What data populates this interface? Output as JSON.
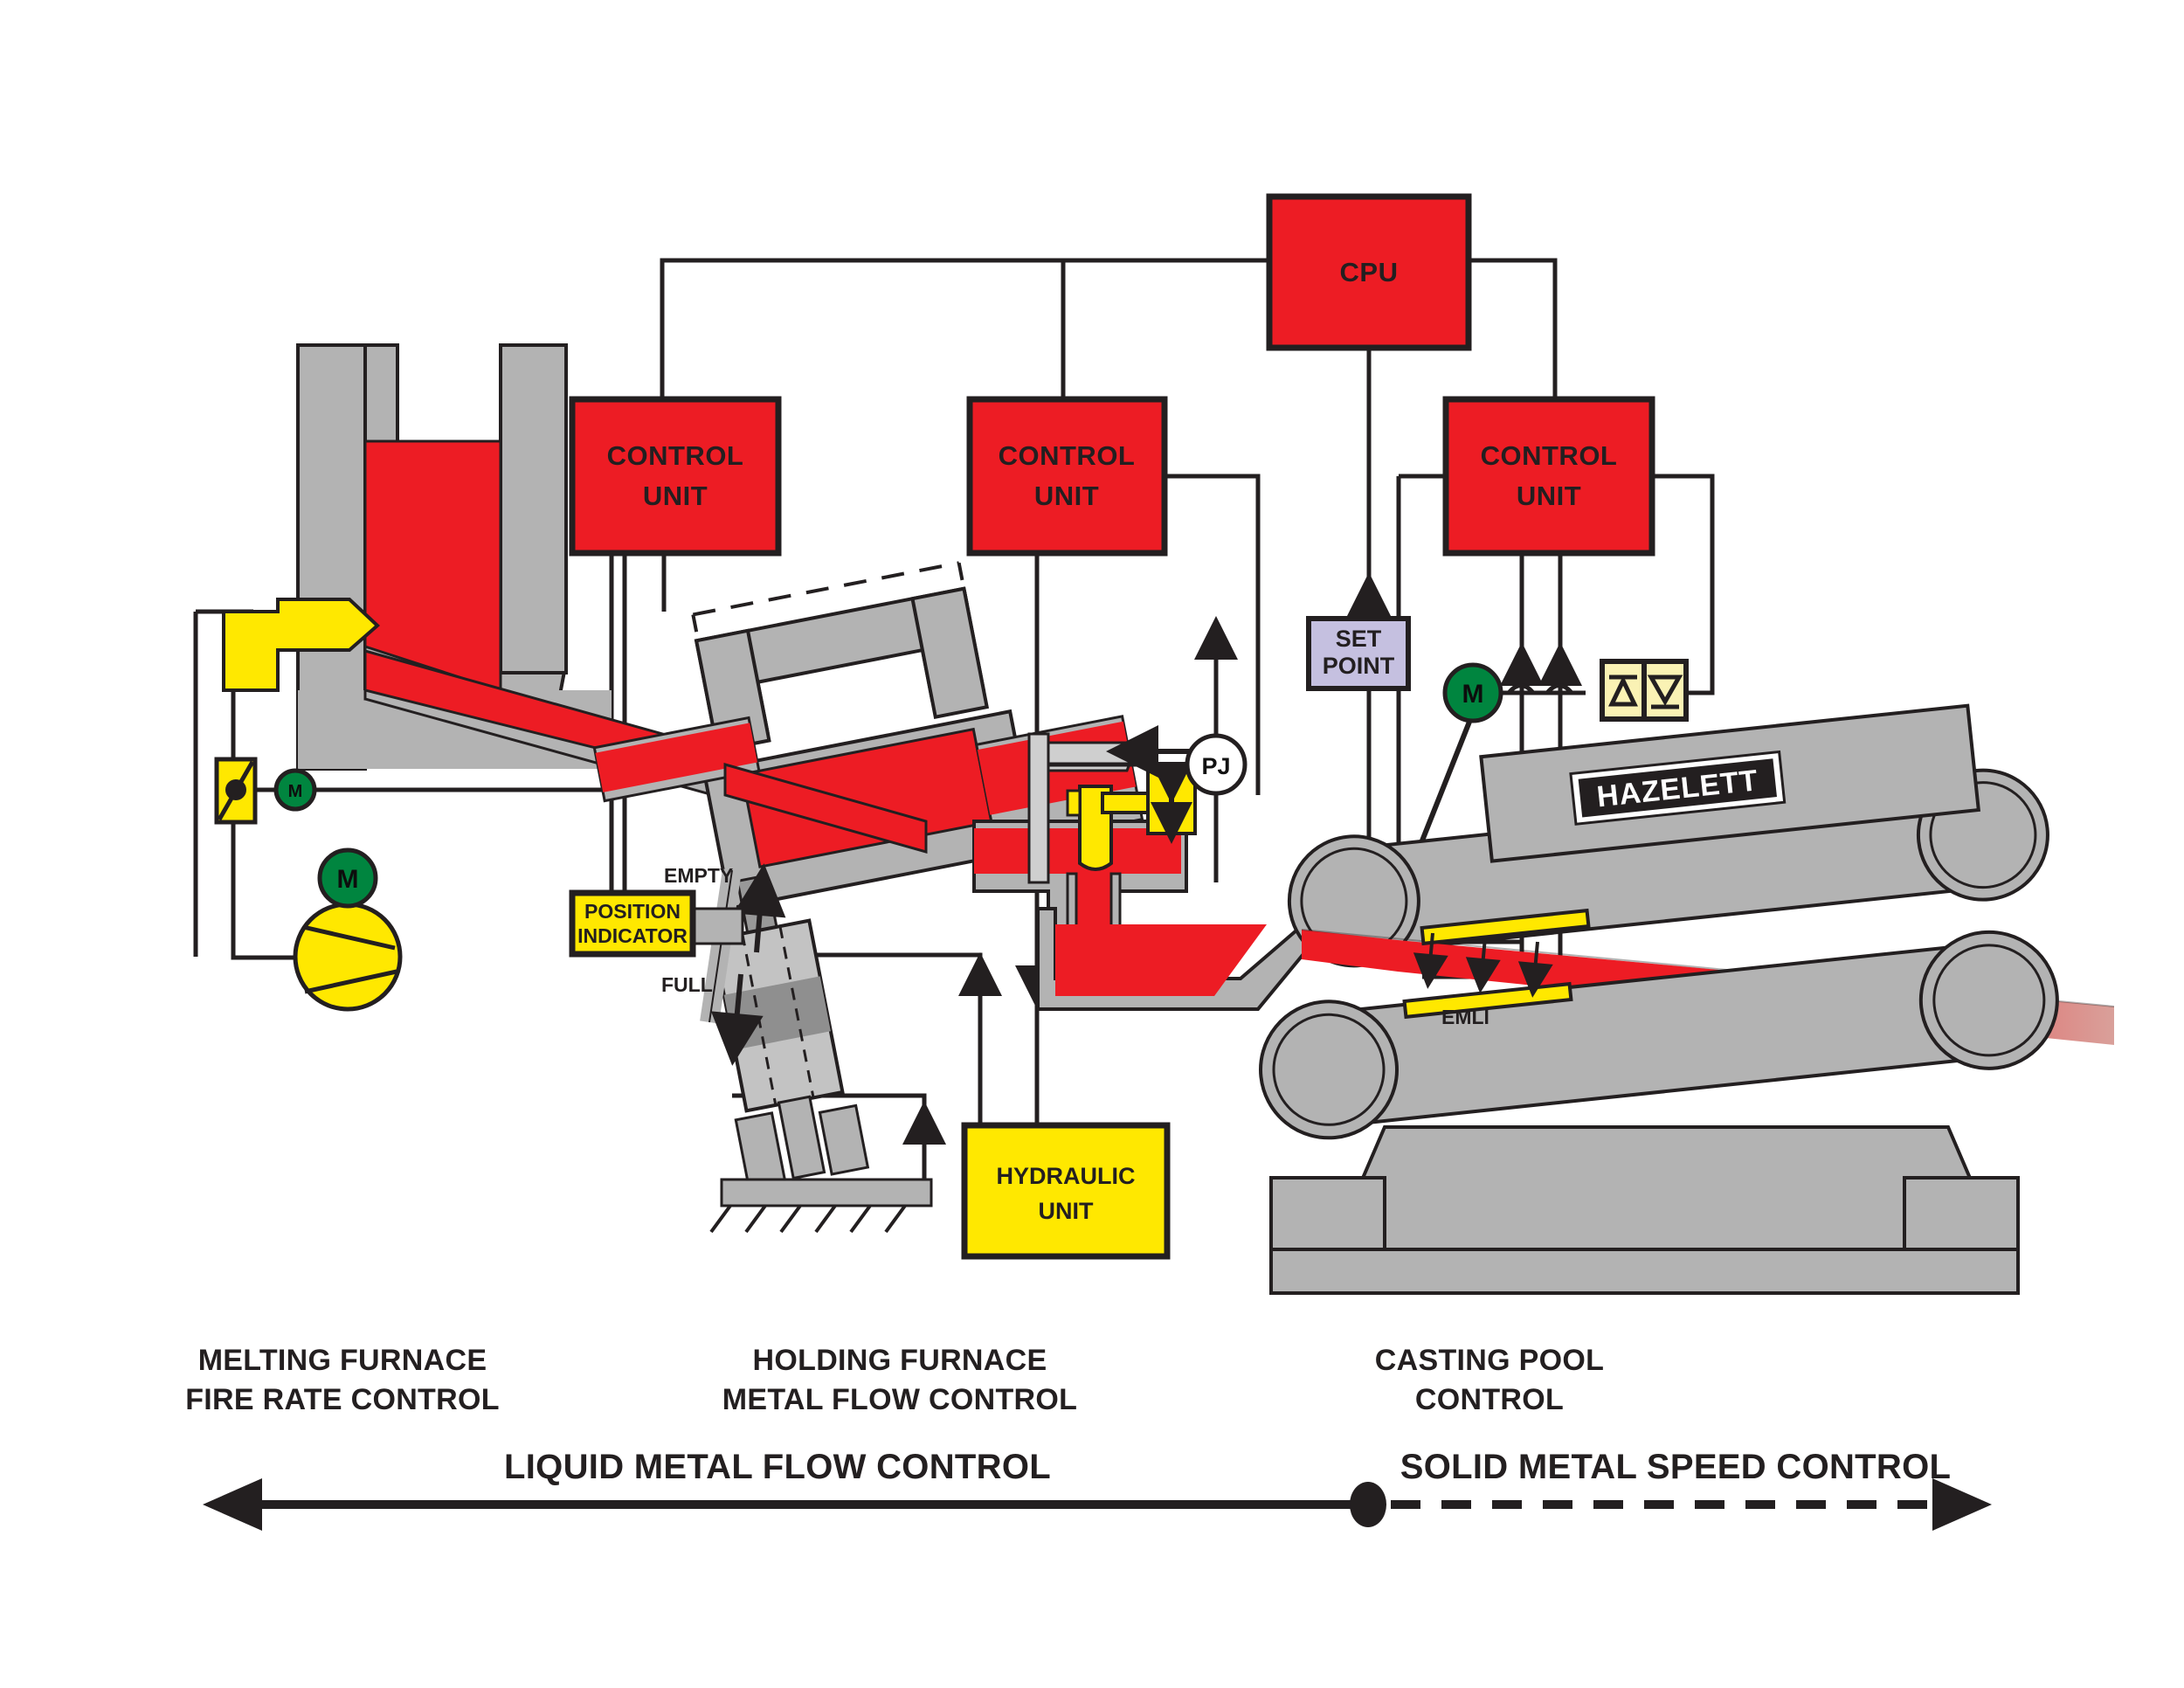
{
  "diagram": {
    "title": "Continuous Casting Process Control Diagram",
    "colors": {
      "red": "#ED1C24",
      "yellow": "#FFE800",
      "green": "#00853F",
      "gray": "#B3B3B3",
      "dark_gray": "#999999",
      "light_gray": "#CCCCCC",
      "lavender": "#C5C0E0",
      "cream": "#FAF2B4",
      "outline": "#231F20",
      "white": "#FFFFFF"
    }
  },
  "blocks": {
    "cpu": "CPU",
    "control_unit_1_line1": "CONTROL",
    "control_unit_1_line2": "UNIT",
    "control_unit_2_line1": "CONTROL",
    "control_unit_2_line2": "UNIT",
    "control_unit_3_line1": "CONTROL",
    "control_unit_3_line2": "UNIT",
    "set_point_line1": "SET",
    "set_point_line2": "POINT",
    "hydraulic_unit_line1": "HYDRAULIC",
    "hydraulic_unit_line2": "UNIT",
    "position_indicator_line1": "POSITION",
    "position_indicator_line2": "INDICATOR"
  },
  "annotations": {
    "empty": "EMPTY",
    "full": "FULL",
    "pj": "PJ",
    "emli": "EMLI",
    "hazelett": "HAZELETT",
    "motor_small": "M",
    "motor_blower": "M",
    "motor_caster": "M"
  },
  "sections": [
    {
      "line1": "MELTING FURNACE",
      "line2": "FIRE RATE CONTROL"
    },
    {
      "line1": "HOLDING FURNACE",
      "line2": "METAL FLOW CONTROL"
    },
    {
      "line1": "CASTING POOL",
      "line2": "CONTROL"
    }
  ],
  "bands": {
    "left": "LIQUID METAL FLOW CONTROL",
    "right": "SOLID METAL SPEED CONTROL"
  },
  "icons": {
    "up_triangle": "up-triangle-icon",
    "down_triangle": "down-triangle-icon",
    "valve": "valve-icon",
    "blower": "blower-icon",
    "motor": "motor-icon",
    "arrow_left": "arrow-left-icon",
    "arrow_up_down": "arrow-up-down-icon",
    "ground": "ground-hatch-icon"
  }
}
